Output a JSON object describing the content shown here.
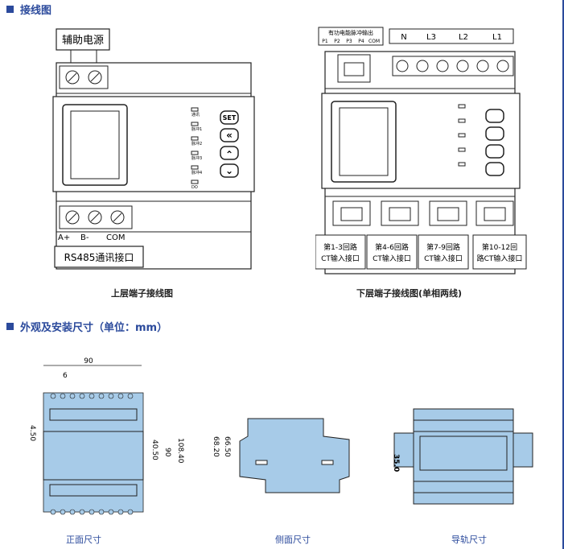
{
  "sections": {
    "wiring_title": "接线图",
    "dims_title": "外观及安装尺寸（单位：mm）"
  },
  "upper": {
    "aux_power": "辅助电源",
    "indicators": [
      "通讯",
      "脉冲1",
      "脉冲2",
      "脉冲3",
      "脉冲4",
      "DO"
    ],
    "buttons": [
      "SET",
      "«",
      "⌃",
      "⌄"
    ],
    "rs485_terms": [
      "A+",
      "B-",
      "COM"
    ],
    "rs485_label": "RS485通讯接口",
    "caption": "上层端子接线图"
  },
  "lower": {
    "pulse_out": "有功电能脉冲输出",
    "pulse_terms": [
      "P1",
      "P2",
      "P3",
      "P4",
      "COM"
    ],
    "voltage_terms": [
      "N",
      "L3",
      "L2",
      "L1"
    ],
    "ct_ports": [
      {
        "line1": "第1-3回路",
        "line2": "CT输入接口"
      },
      {
        "line1": "第4-6回路",
        "line2": "CT输入接口"
      },
      {
        "line1": "第7-9回路",
        "line2": "CT输入接口"
      },
      {
        "line1": "第10-12回",
        "line2": "路CT输入接口"
      }
    ],
    "caption": "下层端子接线图(单相两线)"
  },
  "dims": {
    "front": {
      "w": "90",
      "small": "6",
      "left": "4.50",
      "mid": "40.50",
      "right1": "90",
      "right2": "108.40",
      "caption": "正面尺寸"
    },
    "side": {
      "h1": "68.20",
      "h2": "66.50",
      "caption": "侧面尺寸"
    },
    "rail": {
      "h": "35.0",
      "caption": "导轨尺寸"
    }
  },
  "colors": {
    "accent": "#2b4a9c",
    "body_fill": "#a7cbe8"
  }
}
